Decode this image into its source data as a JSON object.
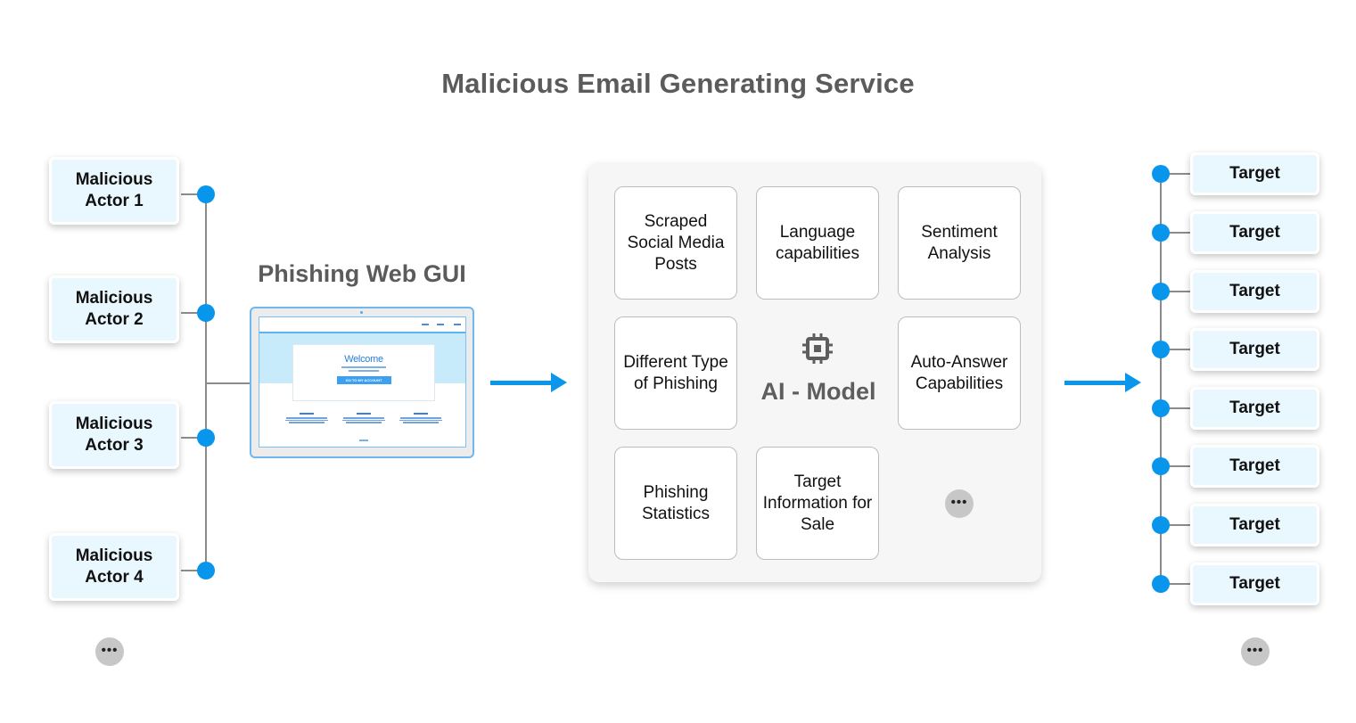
{
  "title": "Malicious Email Generating Service",
  "phishing_gui": {
    "title": "Phishing Web GUI",
    "screen": {
      "welcome": "Welcome",
      "button": "GO TO MY ACCOUNT"
    }
  },
  "actors": [
    {
      "label": "Malicious Actor 1"
    },
    {
      "label": "Malicious Actor 2"
    },
    {
      "label": "Malicious Actor 3"
    },
    {
      "label": "Malicious Actor 4"
    }
  ],
  "ai_model": {
    "label": "AI - Model",
    "icon": "cpu-chip-icon",
    "tiles": [
      {
        "label": "Scraped Social Media Posts"
      },
      {
        "label": "Language capabilities"
      },
      {
        "label": "Sentiment Analysis"
      },
      {
        "label": "Different Type of Phishing"
      },
      {
        "label": "Auto-Answer Capabilities"
      },
      {
        "label": "Phishing Statistics"
      },
      {
        "label": "Target Information for Sale"
      }
    ]
  },
  "targets": [
    {
      "label": "Target"
    },
    {
      "label": "Target"
    },
    {
      "label": "Target"
    },
    {
      "label": "Target"
    },
    {
      "label": "Target"
    },
    {
      "label": "Target"
    },
    {
      "label": "Target"
    },
    {
      "label": "Target"
    }
  ],
  "more_glyph": "•••",
  "colors": {
    "accent": "#0896ec",
    "card_bg": "#e9f7fe",
    "title": "#5b5b5b",
    "connector": "#8a8a8a",
    "panel_bg": "#f6f6f6"
  }
}
